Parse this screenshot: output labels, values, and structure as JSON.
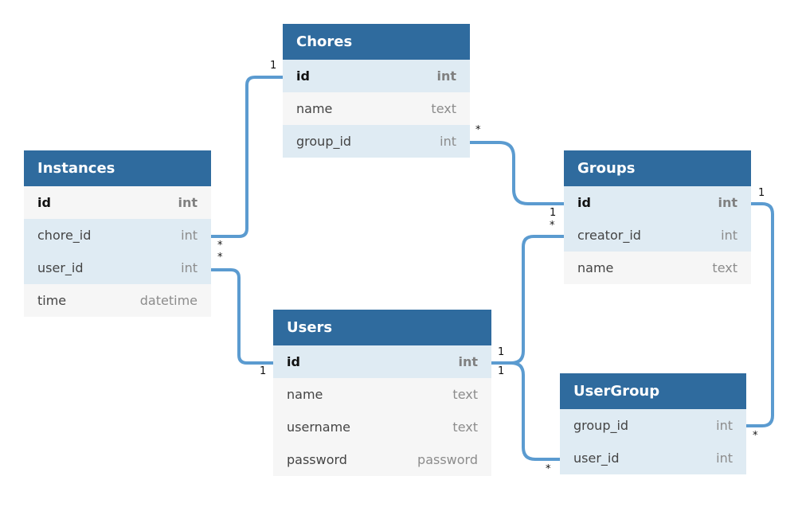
{
  "entities": {
    "chores": {
      "title": "Chores",
      "fields": [
        {
          "name": "id",
          "type": "int"
        },
        {
          "name": "name",
          "type": "text"
        },
        {
          "name": "group_id",
          "type": "int"
        }
      ]
    },
    "instances": {
      "title": "Instances",
      "fields": [
        {
          "name": "id",
          "type": "int"
        },
        {
          "name": "chore_id",
          "type": "int"
        },
        {
          "name": "user_id",
          "type": "int"
        },
        {
          "name": "time",
          "type": "datetime"
        }
      ]
    },
    "groups": {
      "title": "Groups",
      "fields": [
        {
          "name": "id",
          "type": "int"
        },
        {
          "name": "creator_id",
          "type": "int"
        },
        {
          "name": "name",
          "type": "text"
        }
      ]
    },
    "users": {
      "title": "Users",
      "fields": [
        {
          "name": "id",
          "type": "int"
        },
        {
          "name": "name",
          "type": "text"
        },
        {
          "name": "username",
          "type": "text"
        },
        {
          "name": "password",
          "type": "password"
        }
      ]
    },
    "usergroup": {
      "title": "UserGroup",
      "fields": [
        {
          "name": "group_id",
          "type": "int"
        },
        {
          "name": "user_id",
          "type": "int"
        }
      ]
    }
  },
  "relationships": [
    {
      "from": "instances.chore_id",
      "to": "chores.id",
      "from_card": "*",
      "to_card": "1"
    },
    {
      "from": "instances.user_id",
      "to": "users.id",
      "from_card": "*",
      "to_card": "1"
    },
    {
      "from": "chores.group_id",
      "to": "groups.id",
      "from_card": "*",
      "to_card": "1"
    },
    {
      "from": "groups.creator_id",
      "to": "users.id",
      "from_card": "*",
      "to_card": "1"
    },
    {
      "from": "usergroup.user_id",
      "to": "users.id",
      "from_card": "*",
      "to_card": "1"
    },
    {
      "from": "usergroup.group_id",
      "to": "groups.id",
      "from_card": "*",
      "to_card": "1"
    }
  ],
  "colors": {
    "header": "#2f6b9e",
    "line": "#5b9bd0",
    "row_light": "#f6f6f6",
    "row_blue": "#dfebf3"
  }
}
